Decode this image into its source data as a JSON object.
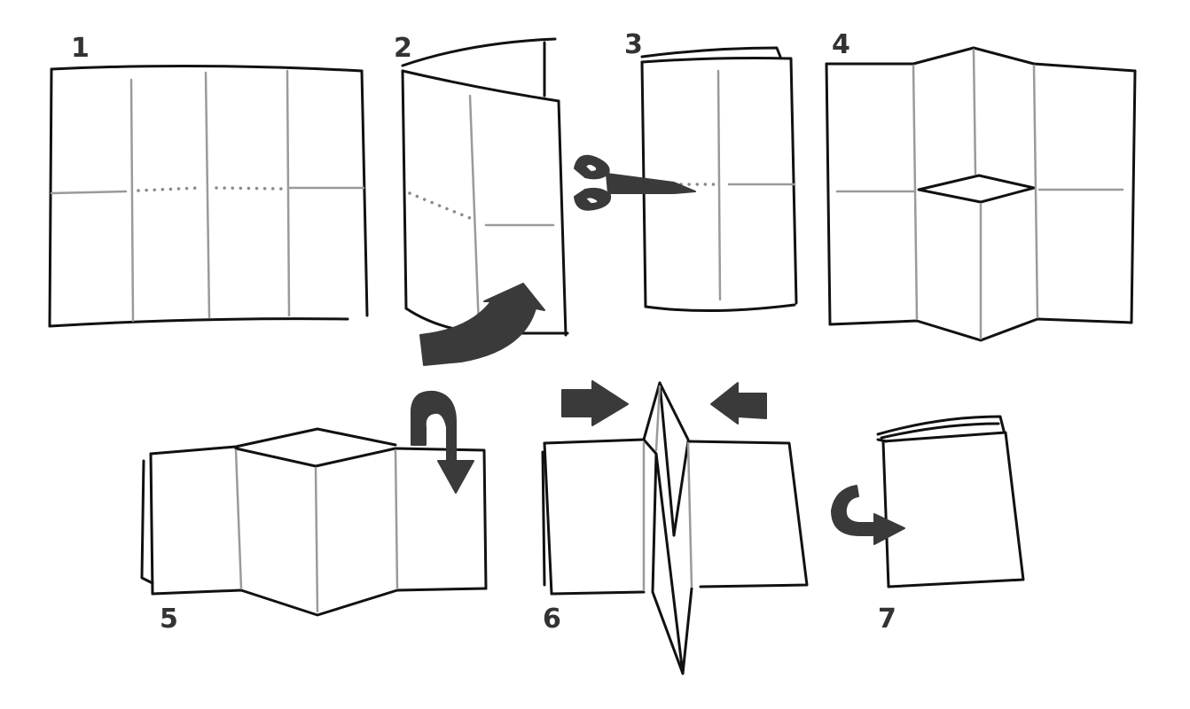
{
  "steps": [
    {
      "label": "1"
    },
    {
      "label": "2"
    },
    {
      "label": "3"
    },
    {
      "label": "4"
    },
    {
      "label": "5"
    },
    {
      "label": "6"
    },
    {
      "label": "7"
    }
  ],
  "colors": {
    "outline": "#111111",
    "crease": "#9a9a9a",
    "cut_line": "#8a8a8a",
    "arrow": "#3a3a3a",
    "background": "#ffffff"
  },
  "icons": [
    "scissors-icon",
    "curved-arrow-icon",
    "fold-over-arrow-icon",
    "push-right-arrow-icon",
    "push-left-arrow-icon",
    "wrap-arrow-icon"
  ]
}
